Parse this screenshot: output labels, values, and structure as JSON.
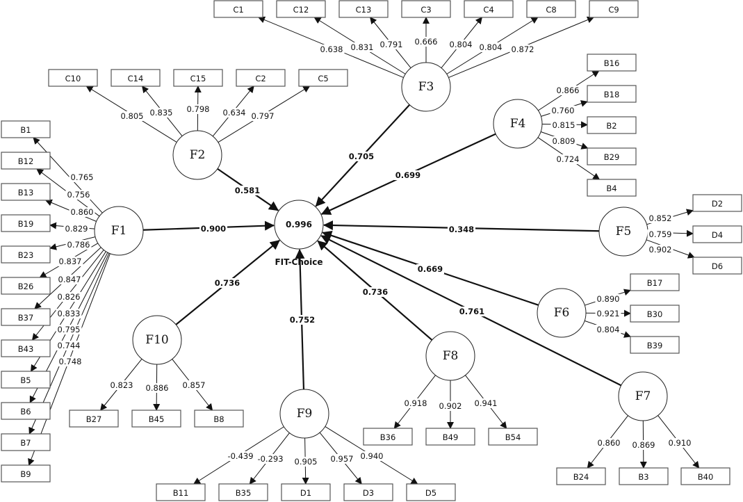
{
  "target": {
    "id": "FIT",
    "name": "FIT-Choice",
    "r_squared": "0.996"
  },
  "constructs": [
    {
      "id": "F1",
      "label": "F1",
      "path_coefficient": "0.900",
      "indicators": [
        {
          "label": "B1",
          "loading": "0.765"
        },
        {
          "label": "B12",
          "loading": "0.756"
        },
        {
          "label": "B13",
          "loading": "0.860"
        },
        {
          "label": "B19",
          "loading": "0.829"
        },
        {
          "label": "B23",
          "loading": "0.786"
        },
        {
          "label": "B26",
          "loading": "0.837"
        },
        {
          "label": "B37",
          "loading": "0.847"
        },
        {
          "label": "B43",
          "loading": "0.826"
        },
        {
          "label": "B5",
          "loading": "0.833"
        },
        {
          "label": "B6",
          "loading": "0.795"
        },
        {
          "label": "B7",
          "loading": "0.744"
        },
        {
          "label": "B9",
          "loading": "0.748"
        }
      ]
    },
    {
      "id": "F2",
      "label": "F2",
      "path_coefficient": "0.581",
      "indicators": [
        {
          "label": "C10",
          "loading": "0.805"
        },
        {
          "label": "C14",
          "loading": "0.835"
        },
        {
          "label": "C15",
          "loading": "0.798"
        },
        {
          "label": "C2",
          "loading": "0.634"
        },
        {
          "label": "C5",
          "loading": "0.797"
        }
      ]
    },
    {
      "id": "F3",
      "label": "F3",
      "path_coefficient": "0.705",
      "indicators": [
        {
          "label": "C1",
          "loading": "0.638"
        },
        {
          "label": "C12",
          "loading": "0.831"
        },
        {
          "label": "C13",
          "loading": "0.791"
        },
        {
          "label": "C3",
          "loading": "0.666"
        },
        {
          "label": "C4",
          "loading": "0.804"
        },
        {
          "label": "C8",
          "loading": "0.804"
        },
        {
          "label": "C9",
          "loading": "0.872"
        }
      ]
    },
    {
      "id": "F4",
      "label": "F4",
      "path_coefficient": "0.699",
      "indicators": [
        {
          "label": "B16",
          "loading": "0.866"
        },
        {
          "label": "B18",
          "loading": "0.760"
        },
        {
          "label": "B2",
          "loading": "0.815"
        },
        {
          "label": "B29",
          "loading": "0.809"
        },
        {
          "label": "B4",
          "loading": "0.724"
        }
      ]
    },
    {
      "id": "F5",
      "label": "F5",
      "path_coefficient": "0.348",
      "indicators": [
        {
          "label": "D2",
          "loading": "0.852"
        },
        {
          "label": "D4",
          "loading": "0.759"
        },
        {
          "label": "D6",
          "loading": "0.902"
        }
      ]
    },
    {
      "id": "F6",
      "label": "F6",
      "path_coefficient": "0.669",
      "indicators": [
        {
          "label": "B17",
          "loading": "0.890"
        },
        {
          "label": "B30",
          "loading": "0.921"
        },
        {
          "label": "B39",
          "loading": "0.804"
        }
      ]
    },
    {
      "id": "F7",
      "label": "F7",
      "path_coefficient": "0.761",
      "indicators": [
        {
          "label": "B24",
          "loading": "0.860"
        },
        {
          "label": "B3",
          "loading": "0.869"
        },
        {
          "label": "B40",
          "loading": "0.910"
        }
      ]
    },
    {
      "id": "F8",
      "label": "F8",
      "path_coefficient": "0.736",
      "indicators": [
        {
          "label": "B36",
          "loading": "0.918"
        },
        {
          "label": "B49",
          "loading": "0.902"
        },
        {
          "label": "B54",
          "loading": "0.941"
        }
      ]
    },
    {
      "id": "F9",
      "label": "F9",
      "path_coefficient": "0.752",
      "indicators": [
        {
          "label": "B11",
          "loading": "-0.439"
        },
        {
          "label": "B35",
          "loading": "-0.293"
        },
        {
          "label": "D1",
          "loading": "0.905"
        },
        {
          "label": "D3",
          "loading": "0.957"
        },
        {
          "label": "D5",
          "loading": "0.940"
        }
      ]
    },
    {
      "id": "F10",
      "label": "F10",
      "path_coefficient": "0.736",
      "indicators": [
        {
          "label": "B27",
          "loading": "0.823"
        },
        {
          "label": "B45",
          "loading": "0.886"
        },
        {
          "label": "B8",
          "loading": "0.857"
        }
      ]
    }
  ]
}
